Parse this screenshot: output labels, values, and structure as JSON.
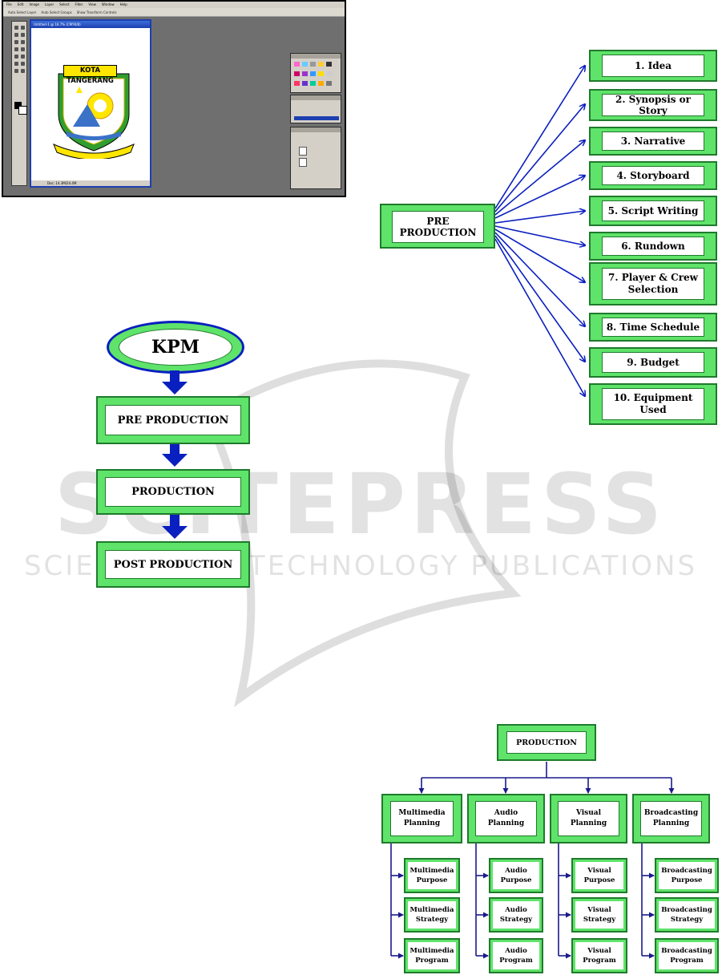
{
  "screenshot": {
    "menu_items": [
      "File",
      "Edit",
      "Image",
      "Layer",
      "Select",
      "Filter",
      "View",
      "Window",
      "Help"
    ],
    "options_items": [
      "Auto Select Layer",
      "Auto Select Groups",
      "Show Transform Controls"
    ],
    "document_title": "Untitled-1 @ 16.7% (CMYK/8)",
    "status_text": "Doc: 14.3M/24.4M",
    "crest_title": "KOTA TANGERANG"
  },
  "kpm_flow": {
    "root": "KPM",
    "steps": [
      "PRE PRODUCTION",
      "PRODUCTION",
      "POST PRODUCTION"
    ]
  },
  "pre_production": {
    "root_line1": "PRE",
    "root_line2": "PRODUCTION",
    "items": [
      {
        "line1": "1.    Idea",
        "line2": ""
      },
      {
        "line1": "2. Synopsis or Story",
        "line2": ""
      },
      {
        "line1": "3. Narrative",
        "line2": ""
      },
      {
        "line1": "4. Storyboard",
        "line2": ""
      },
      {
        "line1": "5. Script Writing",
        "line2": ""
      },
      {
        "line1": "6. Rundown",
        "line2": ""
      },
      {
        "line1": "7. Player & Crew",
        "line2": "Selection"
      },
      {
        "line1": "8. Time Schedule",
        "line2": ""
      },
      {
        "line1": "9. Budget",
        "line2": ""
      },
      {
        "line1": "10. Equipment",
        "line2": "Used"
      }
    ]
  },
  "production": {
    "root": "PRODUCTION",
    "columns": [
      {
        "line1": "Multimedia",
        "line2": "Planning",
        "items": [
          {
            "line1": "Multimedia",
            "line2": "Purpose"
          },
          {
            "line1": "Multimedia",
            "line2": "Strategy"
          },
          {
            "line1": "Multimedia",
            "line2": "Program"
          }
        ]
      },
      {
        "line1": "Audio",
        "line2": "Planning",
        "items": [
          {
            "line1": "Audio",
            "line2": "Purpose"
          },
          {
            "line1": "Audio",
            "line2": "Strategy"
          },
          {
            "line1": "Audio",
            "line2": "Program"
          }
        ]
      },
      {
        "line1": "Visual",
        "line2": "Planning",
        "items": [
          {
            "line1": "Visual",
            "line2": "Purpose"
          },
          {
            "line1": "Visual",
            "line2": "Strategy"
          },
          {
            "line1": "Visual",
            "line2": "Program"
          }
        ]
      },
      {
        "line1": "Broadcasting",
        "line2": "Planning",
        "items": [
          {
            "line1": "Broadcasting",
            "line2": "Purpose"
          },
          {
            "line1": "Broadcasting",
            "line2": "Strategy"
          },
          {
            "line1": "Broadcasting",
            "line2": "Program"
          }
        ]
      }
    ]
  },
  "watermark": {
    "line1": "SCITEPRESS",
    "line2": "SCIENCE AND TECHNOLOGY PUBLICATIONS"
  },
  "colors": {
    "green_fill": "#5fe36a",
    "green_border": "#1f7a2c",
    "arrow_blue": "#0a1fbf",
    "tree_navy": "#1a1a8c"
  }
}
